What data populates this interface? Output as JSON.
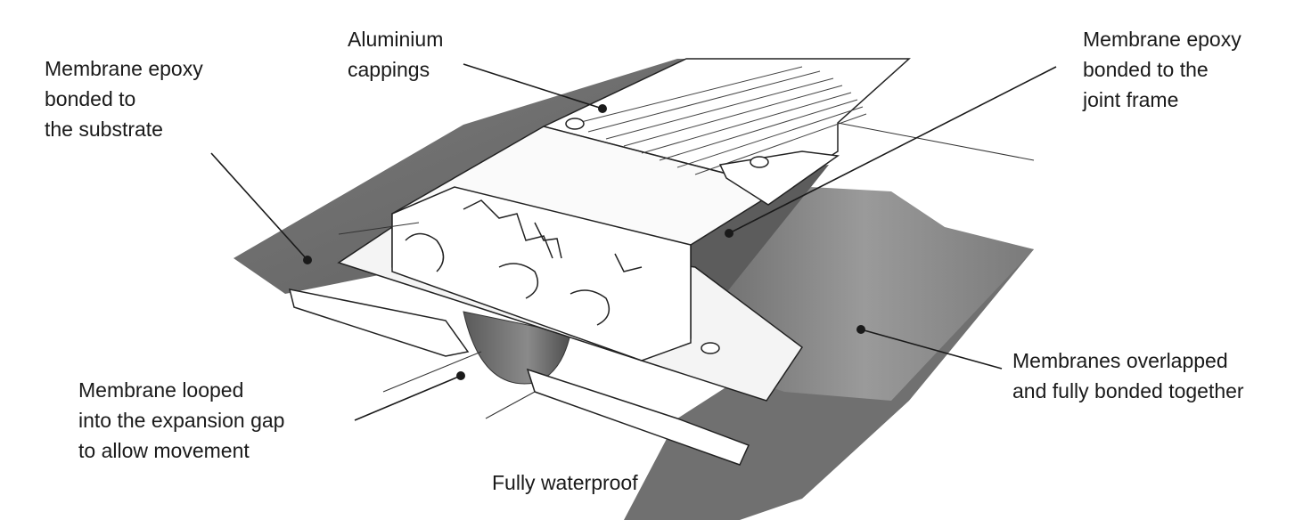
{
  "callouts": {
    "substrate": {
      "lines": [
        "Membrane epoxy",
        "bonded to",
        "the substrate"
      ]
    },
    "cappings": {
      "lines": [
        "Aluminium",
        "cappings"
      ]
    },
    "joint_frame": {
      "lines": [
        "Membrane epoxy",
        "bonded to the",
        "joint frame"
      ]
    },
    "looped": {
      "lines": [
        "Membrane looped",
        "into the expansion gap",
        "to allow movement"
      ]
    },
    "waterproof": {
      "lines": [
        "Fully waterproof"
      ]
    },
    "overlapped": {
      "lines": [
        "Membranes overlapped",
        "and fully bonded together"
      ]
    }
  },
  "colors": {
    "text": "#1a1a1a",
    "membrane_dark": "#6e6e6e",
    "membrane_mid": "#8c8c8c",
    "membrane_light": "#b4b4b4",
    "metal": "#ffffff",
    "outline": "#222222"
  }
}
